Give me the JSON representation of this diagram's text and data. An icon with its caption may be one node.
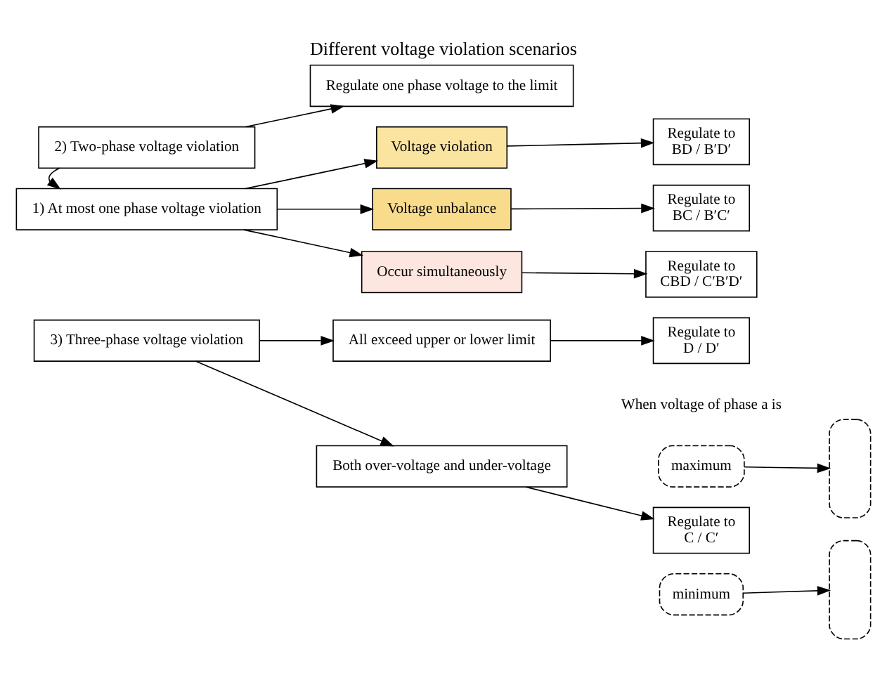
{
  "diagram": {
    "title": "Different voltage violation scenarios",
    "nodes": [
      {
        "text": [
          "2) Two-phase voltage violation"
        ]
      },
      {
        "text": [
          "Regulate one phase voltage to the limit"
        ]
      },
      {
        "text": [
          "1) At most one phase voltage violation"
        ]
      },
      {
        "text": [
          "Voltage violation"
        ]
      },
      {
        "text": [
          "Voltage unbalance"
        ]
      },
      {
        "text": [
          "Occur simultaneously"
        ]
      },
      {
        "text": [
          "Regulate to",
          "BD / B′D′"
        ]
      },
      {
        "text": [
          "Regulate to",
          "BC / B′C′"
        ]
      },
      {
        "text": [
          "Regulate to",
          "CBD / C′B′D′"
        ]
      },
      {
        "text": [
          "3) Three-phase voltage violation"
        ]
      },
      {
        "text": [
          "All exceed upper or lower limit"
        ]
      },
      {
        "text": [
          "Both over-voltage and under-voltage"
        ]
      },
      {
        "text": [
          "Regulate to",
          "D / D′"
        ]
      },
      {
        "text": [
          "Regulate to",
          "C / C′"
        ]
      },
      {
        "text": [
          "maximum"
        ]
      },
      {
        "text": [
          "minimum"
        ]
      },
      {
        "text": [],
        "shape": "box"
      },
      {
        "text": [],
        "shape": "box"
      }
    ],
    "edges": [
      {
        "from": 0,
        "to": 1,
        "arrow": "to"
      },
      {
        "from": 0,
        "to": 2,
        "arrow": "to"
      },
      {
        "from": 2,
        "to": 3,
        "arrow": "to"
      },
      {
        "from": 2,
        "to": 4,
        "arrow": "to"
      },
      {
        "from": 2,
        "to": 5,
        "arrow": "to"
      },
      {
        "from": 3,
        "to": 6,
        "arrow": "to"
      },
      {
        "from": 4,
        "to": 7,
        "arrow": "to"
      },
      {
        "from": 5,
        "to": 8,
        "arrow": "to"
      },
      {
        "from": 9,
        "to": 10,
        "arrow": "to"
      },
      {
        "from": 9,
        "to": 11,
        "arrow": "to"
      },
      {
        "from": 10,
        "to": 12,
        "arrow": "to"
      },
      {
        "from": 11,
        "to": 13,
        "arrow": "to"
      },
      {
        "from": 14,
        "to": 16,
        "arrow": "to"
      },
      {
        "from": 15,
        "to": 17,
        "arrow": "to"
      }
    ],
    "labels": [
      "When voltage of phase a is"
    ]
  }
}
